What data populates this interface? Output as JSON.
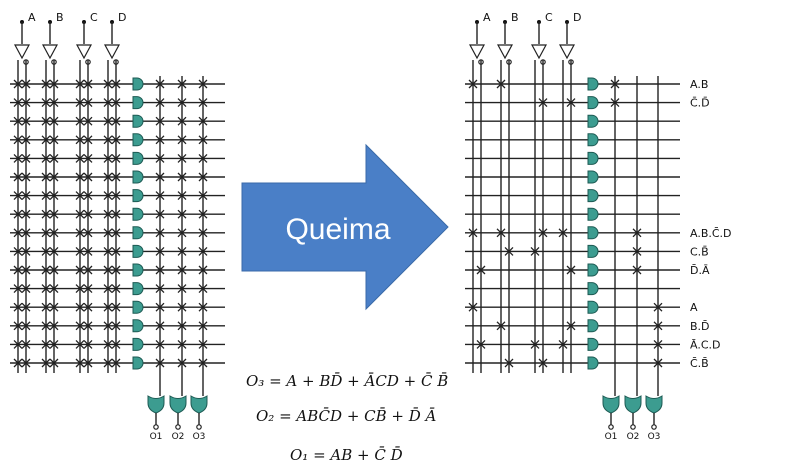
{
  "left_pla": {
    "inputs": [
      "A",
      "B",
      "C",
      "D"
    ],
    "outputs": [
      "O1",
      "O2",
      "O3"
    ],
    "rows": 16
  },
  "arrow": {
    "label": "Queima",
    "color": "#4a7fc7"
  },
  "right_pla": {
    "inputs": [
      "A",
      "B",
      "C",
      "D"
    ],
    "outputs": [
      "O1",
      "O2",
      "O3"
    ],
    "term_labels": [
      "A.B",
      "C̄.D̄",
      "",
      "",
      "",
      "",
      "",
      "",
      "A.B.C̄.D",
      "C.B̄",
      "D̄.Ā",
      "",
      "A",
      "B.D̄",
      "Ā.C.D",
      "C̄.B̄"
    ]
  },
  "equations": {
    "o3": "O₃ = A + BD̄ + ĀCD + C̄ B̄",
    "o2": "O₂ = ABC̄D + CB̄ + D̄ Ā",
    "o1": "O₁ = AB + C̄ D̄"
  },
  "colors": {
    "gate": "#3c9c90",
    "arrow": "#4a7fc7"
  }
}
